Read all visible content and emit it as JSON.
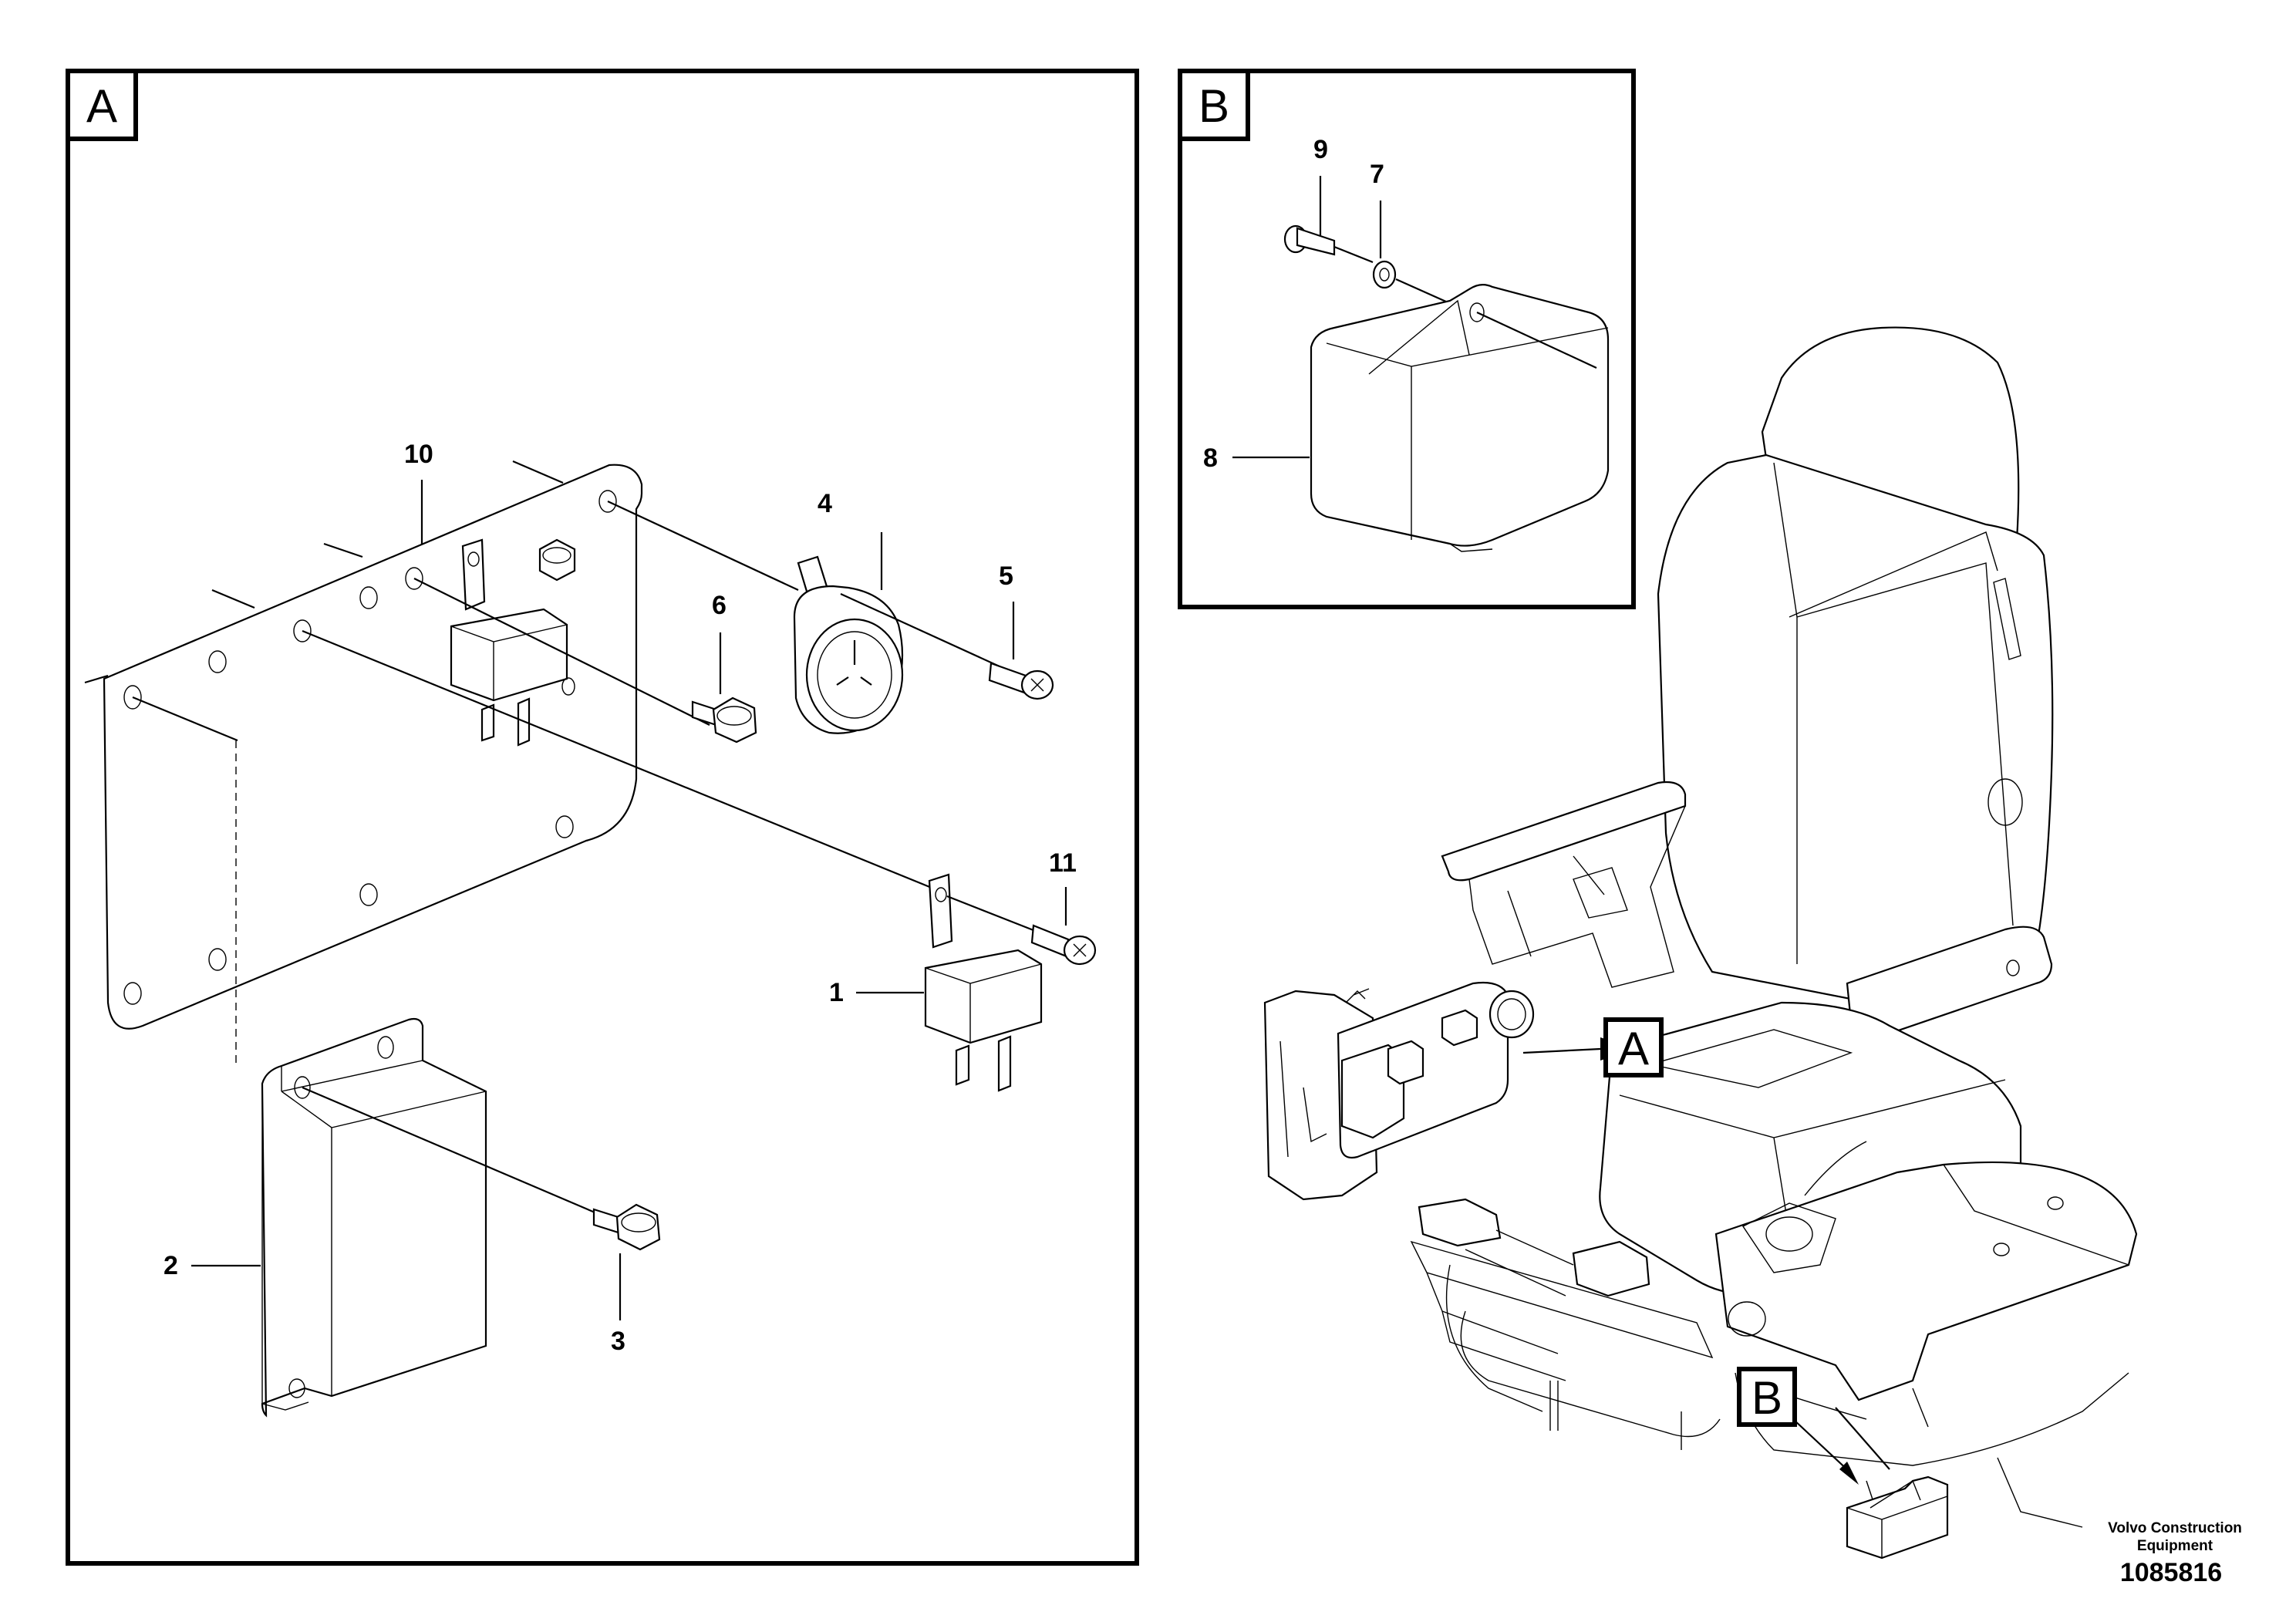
{
  "panel_a": {
    "tag": "A",
    "callouts": {
      "c1": "1",
      "c2": "2",
      "c3": "3",
      "c4": "4",
      "c5": "5",
      "c6": "6",
      "c10": "10",
      "c11": "11"
    }
  },
  "panel_b": {
    "tag": "B",
    "callouts": {
      "c7": "7",
      "c8": "8",
      "c9": "9"
    }
  },
  "seat_view": {
    "tag_a": "A",
    "tag_b": "B"
  },
  "footer": {
    "publisher_line1": "Volvo Construction",
    "publisher_line2": "Equipment",
    "document_number": "1085816"
  }
}
